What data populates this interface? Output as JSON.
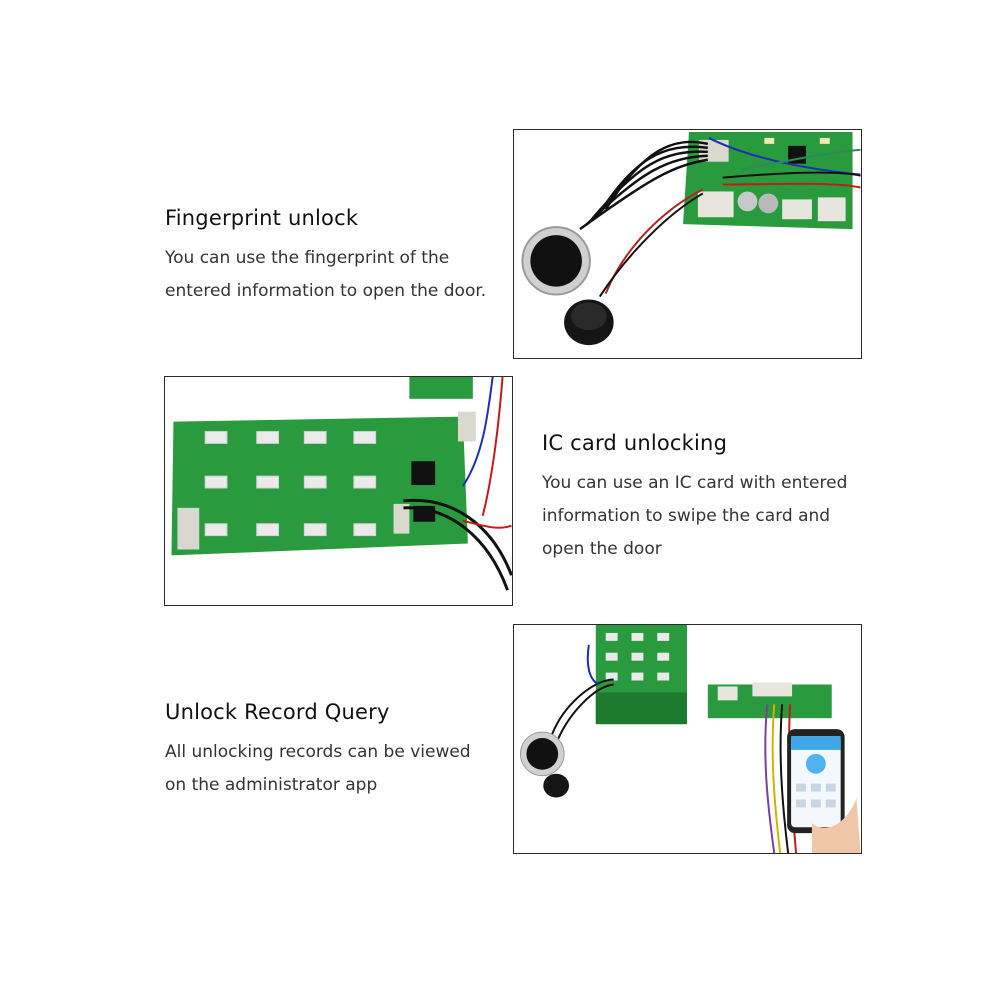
{
  "features": [
    {
      "title": "Fingerprint unlock",
      "lines": [
        "You can use the fingerprint of the",
        "entered information to open the door."
      ]
    },
    {
      "title": "IC card unlocking",
      "lines": [
        "You can use an IC card with entered",
        "information to swipe the card and",
        "open the door"
      ]
    },
    {
      "title": "Unlock Record Query",
      "lines": [
        "All unlocking records can be viewed",
        "on the administrator app"
      ]
    }
  ],
  "colors": {
    "pcb_green": "#2a9a3e",
    "pcb_dark": "#1e7a2f",
    "border": "#2b2b2b"
  }
}
